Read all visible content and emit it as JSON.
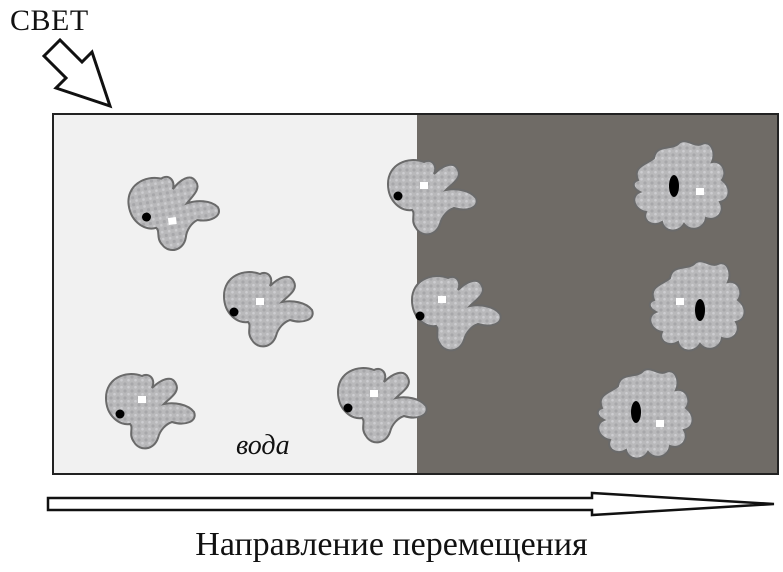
{
  "diagram": {
    "light_label": "СВЕТ",
    "water_label": "вода",
    "direction_label": "Направление перемещения"
  },
  "colors": {
    "light_zone": "#f1f1f1",
    "dark_zone": "#6f6b66",
    "amoeba_fill": "#b9b9bb",
    "amoeba_stroke": "#6a6a6a",
    "nucleus": "#000000",
    "vacuole": "#ffffff"
  },
  "organisms": [
    {
      "zone": "light",
      "shape": "motile",
      "nucleus": "round"
    },
    {
      "zone": "light",
      "shape": "motile",
      "nucleus": "round"
    },
    {
      "zone": "light",
      "shape": "motile",
      "nucleus": "round"
    },
    {
      "zone": "boundary",
      "shape": "motile",
      "nucleus": "round"
    },
    {
      "zone": "boundary",
      "shape": "motile",
      "nucleus": "round"
    },
    {
      "zone": "boundary",
      "shape": "motile",
      "nucleus": "round"
    },
    {
      "zone": "dark",
      "shape": "rounded",
      "nucleus": "elongated"
    },
    {
      "zone": "dark",
      "shape": "rounded",
      "nucleus": "elongated"
    },
    {
      "zone": "dark",
      "shape": "rounded",
      "nucleus": "elongated"
    }
  ]
}
